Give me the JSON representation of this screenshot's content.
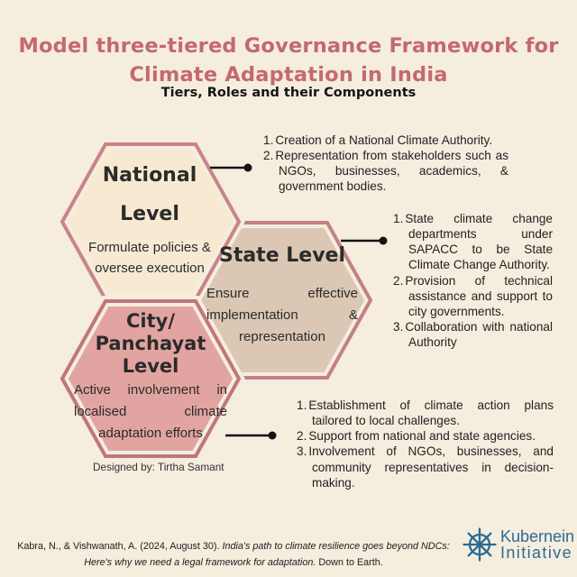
{
  "header": {
    "title_line1": "Model three-tiered Governance Framework  for",
    "title_line2": "Climate Adaptation in India",
    "subtitle": "Tiers, Roles and their Components"
  },
  "colors": {
    "background": "#f5edde",
    "title_text": "#c4696e",
    "body_text": "#1f1f1f",
    "connector": "#141414",
    "logo_blue": "#2b6b93"
  },
  "tiers": [
    {
      "name": "national",
      "title": "National Level",
      "description": "Formulate policies  & oversee execution",
      "colors": {
        "fill": "#f8e9d2",
        "border": "#ca8488"
      },
      "items": [
        "Creation of a National Climate Authority.",
        "Representation from stakeholders such as NGOs, businesses, academics, & government bodies."
      ]
    },
    {
      "name": "state",
      "title": "State Level",
      "description": "Ensure effective implementation & representation",
      "colors": {
        "fill": "#dcc7b4",
        "border": "#c48084"
      },
      "items": [
        "State climate change departments under SAPACC to be State Climate Change Authority.",
        "Provision of technical assistance and support to city governments.",
        "Collaboration with national Authority"
      ]
    },
    {
      "name": "city",
      "title": "City/ Panchayat Level",
      "description": "Active involvement in localised climate adaptation efforts",
      "colors": {
        "fill": "#e2a4a0",
        "border": "#c0767c"
      },
      "items": [
        "Establishment of climate action plans tailored to local challenges.",
        "Support from national and state agencies.",
        "Involvement of NGOs, businesses, and community representatives in decision-making."
      ]
    }
  ],
  "credit": "Designed by: Tirtha Samant",
  "footer": {
    "citation_prefix": "Kabra, N., & Vishwanath, A. (2024, August 30). ",
    "citation_italic": "India's path to climate resilience goes beyond NDCs: Here's why we need a legal framework for adaptation.",
    "citation_suffix": " Down to Earth.",
    "logo_line1": "Kubernein",
    "logo_line2": "Initiative"
  }
}
